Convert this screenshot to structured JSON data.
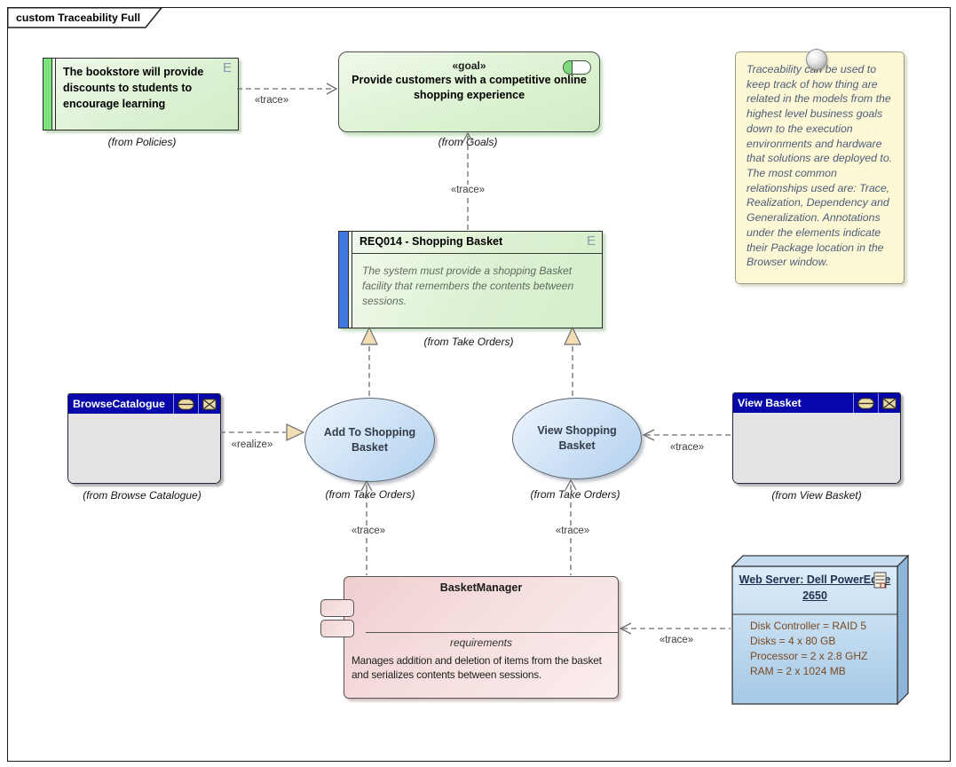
{
  "frame": {
    "title": "custom Traceability Full"
  },
  "policy_note": {
    "text": "The bookstore will provide discounts to students to encourage learning",
    "badge": "E",
    "from": "(from Policies)"
  },
  "goal": {
    "stereotype": "«goal»",
    "name": "Provide customers with a competitive online shopping experience",
    "from": "(from Goals)"
  },
  "annotation_note": {
    "text": "Traceability can be used to keep track of how thing are related in the models from the highest level business goals down to the execution environments and hardware that solutions are deployed to. The most common relationships used are: Trace, Realization, Dependency and Generalization. Annotations under the elements indicate their Package location in the Browser window."
  },
  "requirement": {
    "name": "REQ014 - Shopping Basket",
    "badge": "E",
    "body": "The system must provide a shopping Basket facility that remembers the contents between sessions.",
    "from": "(from Take Orders)"
  },
  "screen_browse": {
    "title": "BrowseCatalogue",
    "from": "(from Browse Catalogue)"
  },
  "screen_view": {
    "title": "View Basket",
    "from": "(from View Basket)"
  },
  "usecase_add": {
    "name": "Add To Shopping Basket",
    "from": "(from Take Orders)"
  },
  "usecase_view": {
    "name": "View Shopping Basket",
    "from": "(from Take Orders)"
  },
  "component": {
    "name": "BasketManager",
    "section": "requirements",
    "body": "Manages addition and deletion of items from the basket and serializes contents between sessions."
  },
  "node": {
    "name": "Web Server: Dell PowerEdge 2650",
    "properties": [
      "Disk Controller = RAID 5",
      "Disks = 4 x 80 GB",
      "Processor = 2 x 2.8 GHZ",
      "RAM = 2 x 1024 MB"
    ]
  },
  "connectors": {
    "trace": "«trace»",
    "realize": "«realize»"
  },
  "colors": {
    "accent_green": "#7de37d",
    "accent_blue": "#4377e0",
    "titlebar_navy": "#0606aa",
    "note_yellow": "#fcf8d6",
    "element_green": "#d5eeca",
    "usecase_blue": "#b7d4ef",
    "component_pink": "#f0cecf",
    "node_blue": "#a5c9e7"
  }
}
